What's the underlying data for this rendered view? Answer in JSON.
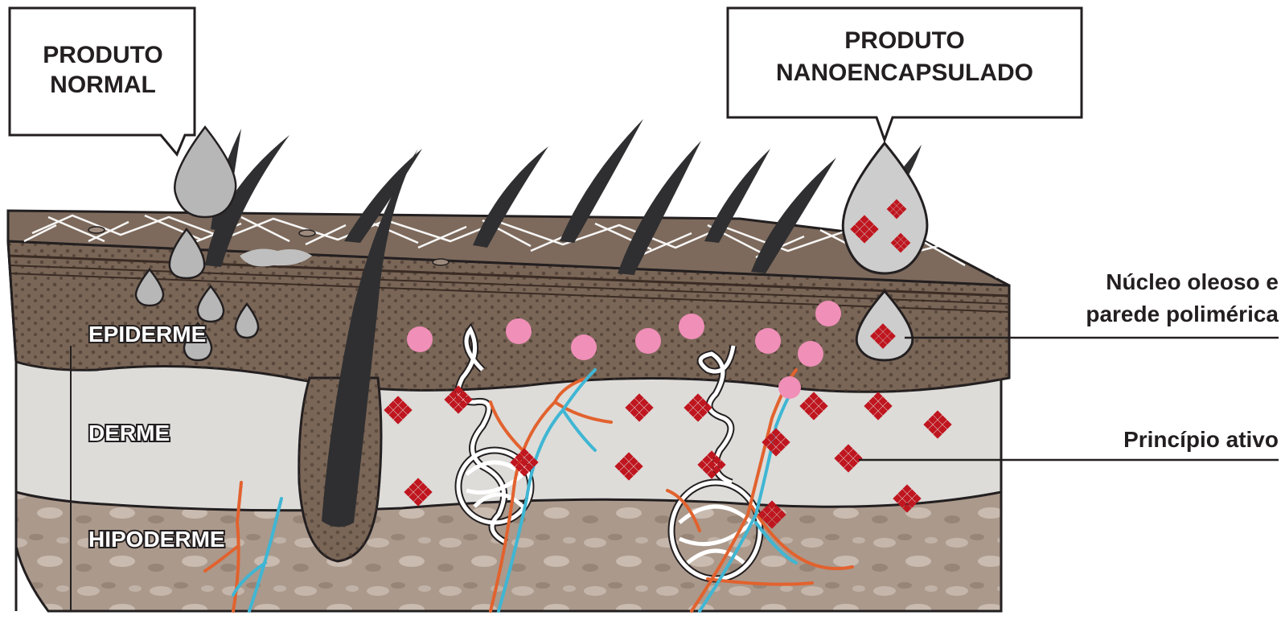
{
  "callouts": {
    "normal": {
      "line1": "PRODUTO",
      "line2": "NORMAL"
    },
    "nano": {
      "line1": "PRODUTO",
      "line2": "NANOENCAPSULADO"
    }
  },
  "layers": {
    "epiderme": "EPIDERME",
    "derme": "DERME",
    "hipoderme": "HIPODERME"
  },
  "labels": {
    "nucleo_line1": "Núcleo oleoso e",
    "nucleo_line2": "parede polimérica",
    "principio": "Princípio ativo"
  },
  "colors": {
    "epidermis": "#7a6657",
    "dermis": "#dddcd9",
    "hypodermis": "#a8968a",
    "hair": "#2f2f31",
    "drop": "#bdbdbd",
    "nanoparticle": "#f08fb8",
    "active": "#c0161f",
    "vessel_artery": "#e2622e",
    "vessel_vein": "#3fb6d3"
  }
}
